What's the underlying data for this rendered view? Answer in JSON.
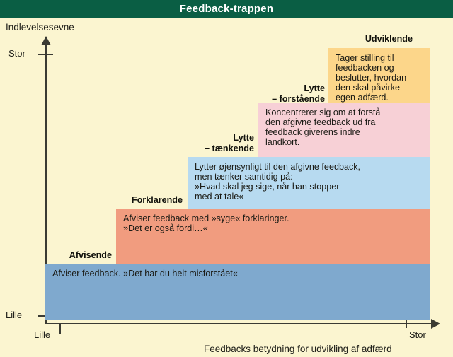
{
  "header": {
    "title": "Feedback-trappen",
    "bg_color": "#0a5e44",
    "text_color": "#ffffff"
  },
  "page": {
    "background_color": "#fbf5d0"
  },
  "axes": {
    "y_axis_name": "Indlevelsesevne",
    "x_axis_name": "Feedbacks betydning for udvikling af adfærd",
    "y_tick_high": "Stor",
    "y_tick_low": "Lille",
    "x_tick_low": "Lille",
    "x_tick_high": "Stor",
    "axis_color": "#3b3b33"
  },
  "chart_data": {
    "type": "bar",
    "title": "Feedback-trappen",
    "xlabel": "Feedbacks betydning for udvikling af adfærd",
    "ylabel": "Indlevelsesevne",
    "xlim": [
      "Lille",
      "Stor"
    ],
    "ylim": [
      "Lille",
      "Stor"
    ],
    "grid": false,
    "legend": "none",
    "categories": [
      "Afvisende",
      "Forklarende",
      "Lytte – tænkende",
      "Lytte – forstående",
      "Udviklende"
    ],
    "values": [
      1,
      2,
      3,
      4,
      5
    ],
    "colors": [
      "#7fa9ce",
      "#f19c7f",
      "#b7daf0",
      "#f7d0d6",
      "#fcd68a"
    ],
    "annotations": [
      "Afviser feedback. »Det har du helt misforstået«",
      "Afviser feedback med »syge« forklaringer.\n»Det er også fordi…«",
      "Lytter øjensynligt til den afgivne feedback,\nmen tænker samtidig på:\n»Hvad skal jeg sige, når han stopper\nmed at tale«",
      "Koncentrerer sig om at forstå\nden afgivne feedback ud fra\nfeedback giverens indre\nlandkort.",
      "Tager stilling til\nfeedbacken og\nbeslutter, hvordan\nden skal påvirke\negen adfærd."
    ]
  },
  "steps": [
    {
      "label": "Afvisende",
      "text": "Afviser feedback. »Det har du helt misforstået«",
      "color": "#7fa9ce"
    },
    {
      "label": "Forklarende",
      "text": "Afviser feedback med »syge« forklaringer.\n»Det er også fordi…«",
      "color": "#f19c7f"
    },
    {
      "label": "Lytte\n– tænkende",
      "text": "Lytter øjensynligt til den afgivne feedback,\nmen tænker samtidig på:\n»Hvad skal jeg sige, når han stopper\nmed at tale«",
      "color": "#b7daf0"
    },
    {
      "label": "Lytte\n– forstående",
      "text": "Koncentrerer sig om at forstå\nden afgivne feedback ud fra\nfeedback giverens indre\nlandkort.",
      "color": "#f7d0d6"
    },
    {
      "label": "Udviklende",
      "text": "Tager stilling til\nfeedbacken og\nbeslutter, hvordan\nden skal påvirke\negen adfærd.",
      "color": "#fcd68a"
    }
  ]
}
